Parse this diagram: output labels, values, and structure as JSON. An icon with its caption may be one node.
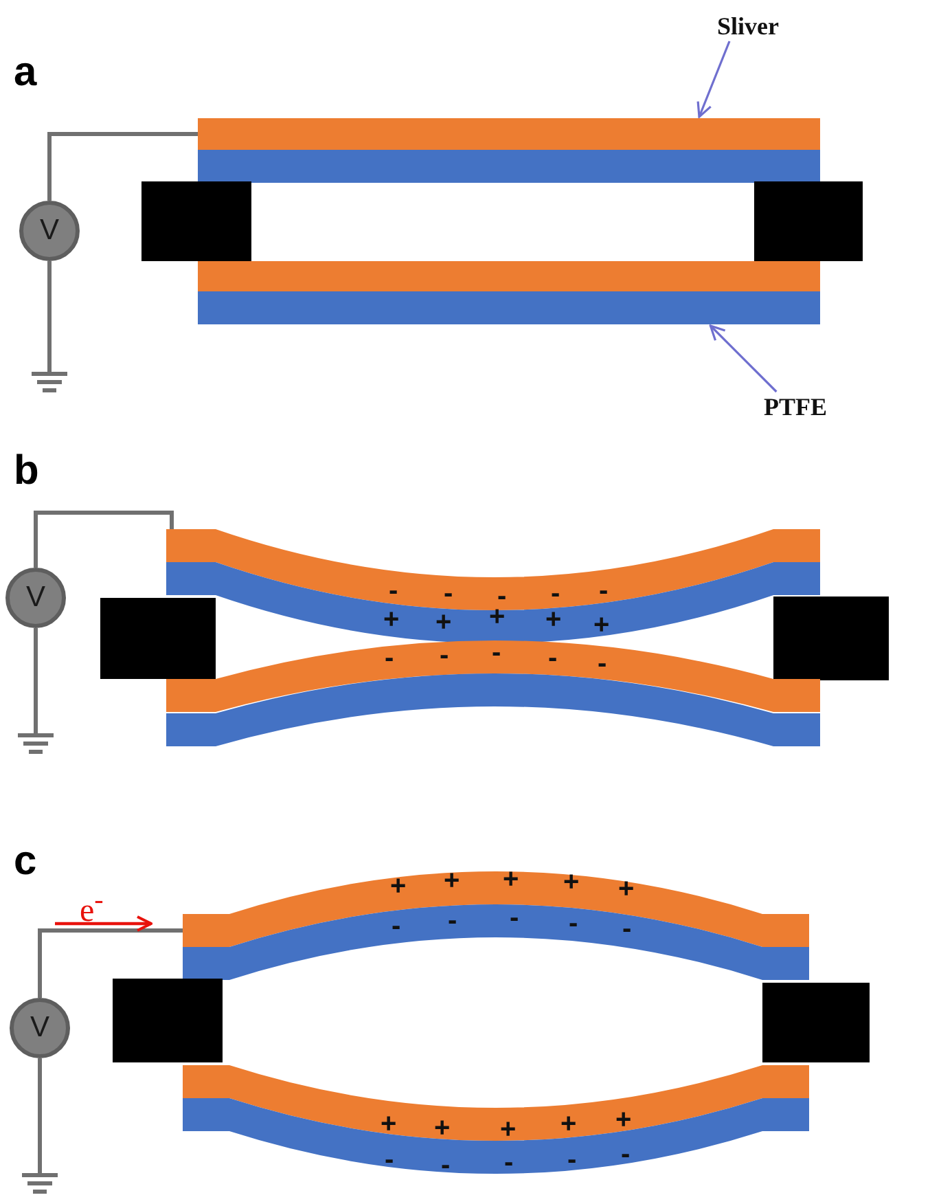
{
  "diagram": {
    "nodes": [
      {
        "text": [
          "Sliver"
        ]
      },
      {
        "text": [],
        "shape": "bar"
      },
      {
        "text": [],
        "shape": "bar"
      },
      {
        "text": [],
        "shape": "box"
      },
      {
        "text": [
          "V"
        ]
      },
      {
        "text": [],
        "shape": "box"
      },
      {
        "text": [],
        "shape": "bar"
      },
      {
        "text": [],
        "shape": "bar"
      },
      {
        "text": [
          "PTFE"
        ]
      },
      {
        "text": [],
        "shape": "bar"
      },
      {
        "text": [],
        "shape": "bar"
      },
      {
        "text": [
          "V"
        ]
      },
      {
        "text": [],
        "shape": "box"
      },
      {
        "text": [],
        "shape": "box"
      },
      {
        "text": [],
        "shape": "bar"
      },
      {
        "text": [],
        "shape": "bar"
      },
      {
        "text": [],
        "shape": "bar"
      },
      {
        "text": [],
        "shape": "bar"
      },
      {
        "text": [
          "V"
        ]
      },
      {
        "text": [],
        "shape": "box"
      },
      {
        "text": [],
        "shape": "box"
      },
      {
        "text": [],
        "shape": "bar"
      },
      {
        "text": [],
        "shape": "bar"
      }
    ],
    "edges": [
      {
        "from": 0,
        "to": 1,
        "arrow": "to",
        "color": "#6f6fcf"
      },
      {
        "from": 4,
        "to": 1,
        "arrow": "none"
      },
      {
        "from": 8,
        "to": 7,
        "arrow": "to",
        "color": "#6f6fcf"
      },
      {
        "from": 11,
        "to": 9,
        "arrow": "none"
      },
      {
        "from": 18,
        "to": 16,
        "arrow": "none"
      }
    ],
    "labels": [
      "a",
      "b",
      "-",
      "-",
      "-",
      "-",
      "-",
      "+",
      "+",
      "+",
      "+",
      "+",
      "-",
      "-",
      "-",
      "-",
      "-",
      "c",
      "e$^{-}$",
      "+",
      "+",
      "+",
      "+",
      "+",
      "-",
      "-",
      "-",
      "-",
      "-",
      "+",
      "+",
      "+",
      "+",
      "+",
      "-",
      "-",
      "-",
      "-",
      "-"
    ]
  }
}
